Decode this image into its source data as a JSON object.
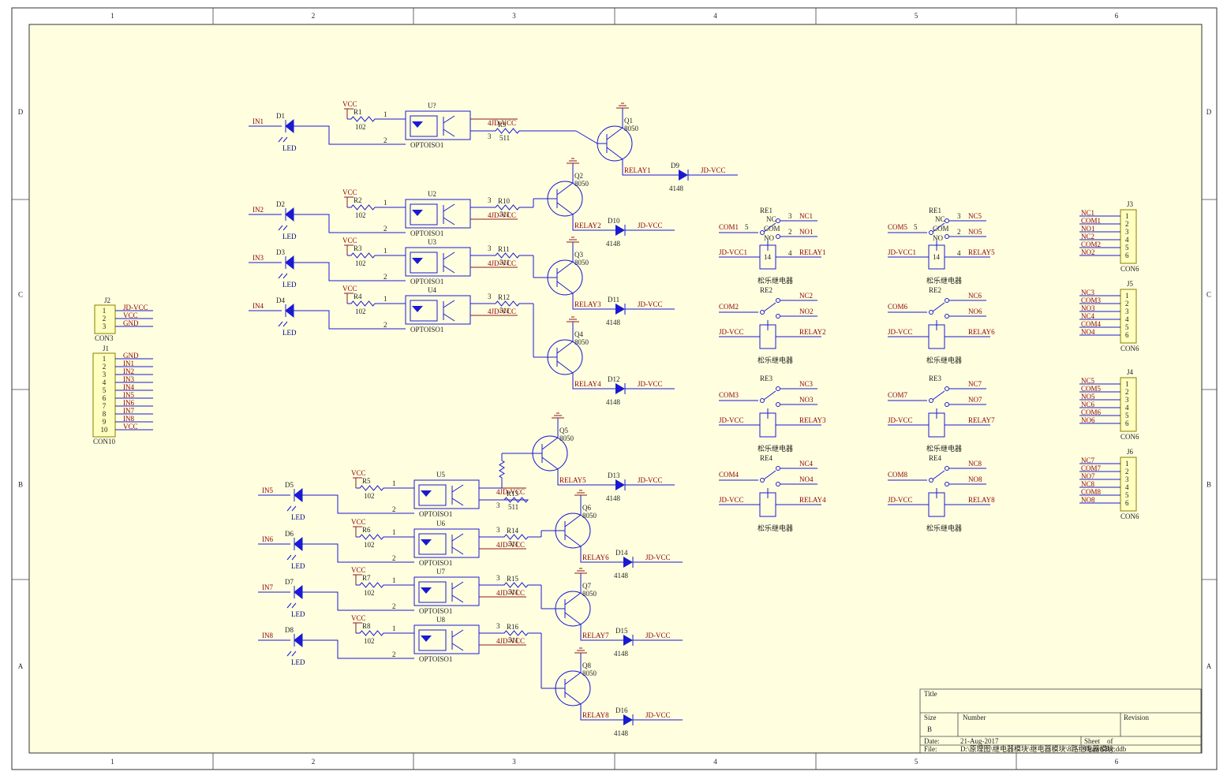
{
  "border": {
    "cols": [
      "1",
      "2",
      "3",
      "4",
      "5",
      "6"
    ],
    "rows": [
      "D",
      "C",
      "B",
      "A"
    ]
  },
  "title_block": {
    "title_label": "Title",
    "size_label": "Size",
    "size_value": "B",
    "number_label": "Number",
    "revision_label": "Revision",
    "date_label": "Date:",
    "date_value": "21-Aug-2017",
    "sheet_label": "Sheet",
    "of_label": "of",
    "file_label": "File:",
    "file_value": "D:\\原理图\\继电器模块\\继电器模块\\8路继电器模块.ddb",
    "drawn_label": "Drawn By:"
  },
  "labels": {
    "vcc": "VCC",
    "jdvcc": "JD-VCC",
    "led": "LED",
    "opto": "OPTOISO1",
    "r_in": "102",
    "r_base": "511",
    "tr": "8050",
    "diode": "4148",
    "relay_name": "松乐继电器",
    "con10": "CON10",
    "con3": "CON3",
    "con6": "CON6",
    "nc": "NC",
    "no": "NO",
    "com": "COM",
    "gnd": "GND",
    "pin14": "14"
  },
  "channels": [
    {
      "d": "D1",
      "in": "IN1",
      "r": "R1",
      "u": "U?",
      "rb": "R9",
      "q": "Q1",
      "dd": "D9",
      "relay": "RELAY1"
    },
    {
      "d": "D2",
      "in": "IN2",
      "r": "R2",
      "u": "U2",
      "rb": "R10",
      "q": "Q2",
      "dd": "D10",
      "relay": "RELAY2"
    },
    {
      "d": "D3",
      "in": "IN3",
      "r": "R3",
      "u": "U3",
      "rb": "R11",
      "q": "Q3",
      "dd": "D11",
      "relay": "RELAY3"
    },
    {
      "d": "D4",
      "in": "IN4",
      "r": "R4",
      "u": "U4",
      "rb": "R12",
      "q": "Q4",
      "dd": "D12",
      "relay": "RELAY4"
    },
    {
      "d": "D5",
      "in": "IN5",
      "r": "R5",
      "u": "U5",
      "rb": "R13",
      "q": "Q5",
      "dd": "D13",
      "relay": "RELAY5"
    },
    {
      "d": "D6",
      "in": "IN6",
      "r": "R6",
      "u": "U6",
      "rb": "R14",
      "q": "Q6",
      "dd": "D14",
      "relay": "RELAY6"
    },
    {
      "d": "D7",
      "in": "IN7",
      "r": "R7",
      "u": "U7",
      "rb": "R15",
      "q": "Q7",
      "dd": "D15",
      "relay": "RELAY7"
    },
    {
      "d": "D8",
      "in": "IN8",
      "r": "R8",
      "u": "U8",
      "rb": "R16",
      "q": "Q8",
      "dd": "D16",
      "relay": "RELAY8"
    }
  ],
  "j1": {
    "ref": "J1",
    "pins": [
      "GND",
      "IN1",
      "IN2",
      "IN3",
      "IN4",
      "IN5",
      "IN6",
      "IN7",
      "IN8",
      "VCC"
    ]
  },
  "j2": {
    "ref": "J2",
    "pins": [
      "JD-VCC",
      "VCC",
      "GND"
    ]
  },
  "out_conns": [
    {
      "ref": "J3",
      "pins": [
        "NC1",
        "COM1",
        "NO1",
        "NC2",
        "COM2",
        "NO2"
      ]
    },
    {
      "ref": "J5",
      "pins": [
        "NC3",
        "COM3",
        "NO3",
        "NC4",
        "COM4",
        "NO4"
      ]
    },
    {
      "ref": "J4",
      "pins": [
        "NC5",
        "COM5",
        "NO5",
        "NC6",
        "COM6",
        "NO6"
      ]
    },
    {
      "ref": "J6",
      "pins": [
        "NC7",
        "COM7",
        "NO7",
        "NC8",
        "COM8",
        "NO8"
      ]
    }
  ],
  "relays_left": [
    {
      "re": "RE1",
      "com": "COM1",
      "nc": "NC1",
      "no": "NO1",
      "vcc": "JD-VCC1",
      "relay": "RELAY1"
    },
    {
      "re": "RE2",
      "com": "COM2",
      "nc": "NC2",
      "no": "NO2",
      "vcc": "JD-VCC",
      "relay": "RELAY2"
    },
    {
      "re": "RE3",
      "com": "COM3",
      "nc": "NC3",
      "no": "NO3",
      "vcc": "JD-VCC",
      "relay": "RELAY3"
    },
    {
      "re": "RE4",
      "com": "COM4",
      "nc": "NC4",
      "no": "NO4",
      "vcc": "JD-VCC",
      "relay": "RELAY4"
    }
  ],
  "relays_right": [
    {
      "re": "RE1",
      "com": "COM5",
      "nc": "NC5",
      "no": "NO5",
      "vcc": "JD-VCC1",
      "relay": "RELAY5"
    },
    {
      "re": "RE2",
      "com": "COM6",
      "nc": "NC6",
      "no": "NO6",
      "vcc": "JD-VCC",
      "relay": "RELAY6"
    },
    {
      "re": "RE3",
      "com": "COM7",
      "nc": "NC7",
      "no": "NO7",
      "vcc": "JD-VCC",
      "relay": "RELAY7"
    },
    {
      "re": "RE4",
      "com": "COM8",
      "nc": "NC8",
      "no": "NO8",
      "vcc": "JD-VCC",
      "relay": "RELAY8"
    }
  ]
}
